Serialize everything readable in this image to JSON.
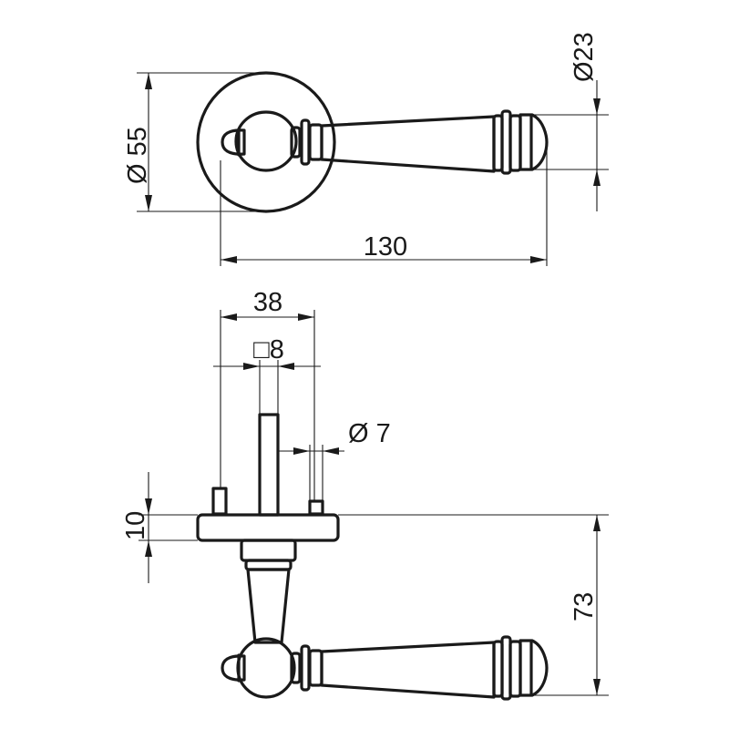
{
  "dimensions": {
    "rose_diameter": "Ø 55",
    "grip_end_diameter": "Ø23",
    "lever_length": "130",
    "rose_width": "38",
    "square_spindle": "□8",
    "pin_diameter": "Ø 7",
    "rose_height": "10",
    "projection": "73"
  },
  "colors": {
    "line": "#1a1a1a",
    "background": "#ffffff"
  }
}
